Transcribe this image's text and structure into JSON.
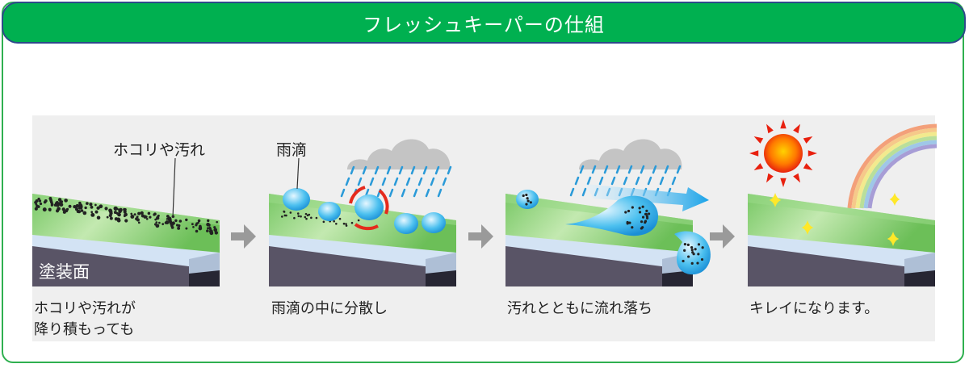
{
  "header": {
    "title": "フレッシュキーパーの仕組"
  },
  "diagram": {
    "steps": [
      {
        "label": "ホコリや汚れ",
        "surface_label": "塗装面",
        "caption_line1": "ホコリや汚れが",
        "caption_line2": "降り積もっても"
      },
      {
        "label": "雨滴",
        "caption_line1": "雨滴の中に分散し"
      },
      {
        "caption_line1": "汚れとともに流れ落ち"
      },
      {
        "caption_line1": "キレイになります。"
      }
    ]
  },
  "colors": {
    "header": "#00b050",
    "header_border": "#2e4a8a",
    "frame": "#2fb050"
  }
}
